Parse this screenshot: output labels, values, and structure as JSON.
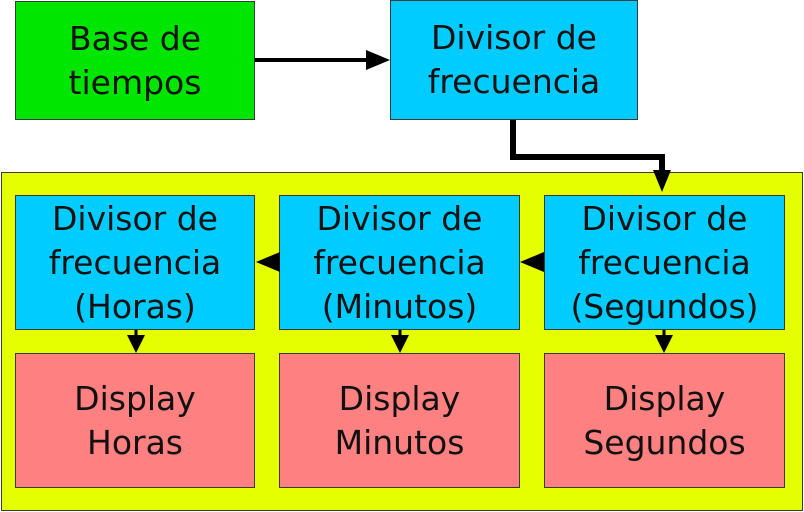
{
  "colors": {
    "green": "#00e600",
    "cyan": "#00ccff",
    "salmon": "#ff8080",
    "yellow": "#e6ff00",
    "stroke": "#000000"
  },
  "blocks": {
    "time_base": [
      "Base de",
      "tiempos"
    ],
    "freq_divider_top": [
      "Divisor de",
      "frecuencia"
    ],
    "div_hours": [
      "Divisor de",
      "frecuencia",
      "(Horas)"
    ],
    "div_minutes": [
      "Divisor de",
      "frecuencia",
      "(Minutos)"
    ],
    "div_seconds": [
      "Divisor de",
      "frecuencia",
      "(Segundos)"
    ],
    "display_hours": [
      "Display",
      "Horas"
    ],
    "display_minutes": [
      "Display",
      "Minutos"
    ],
    "display_seconds": [
      "Display",
      "Segundos"
    ]
  }
}
